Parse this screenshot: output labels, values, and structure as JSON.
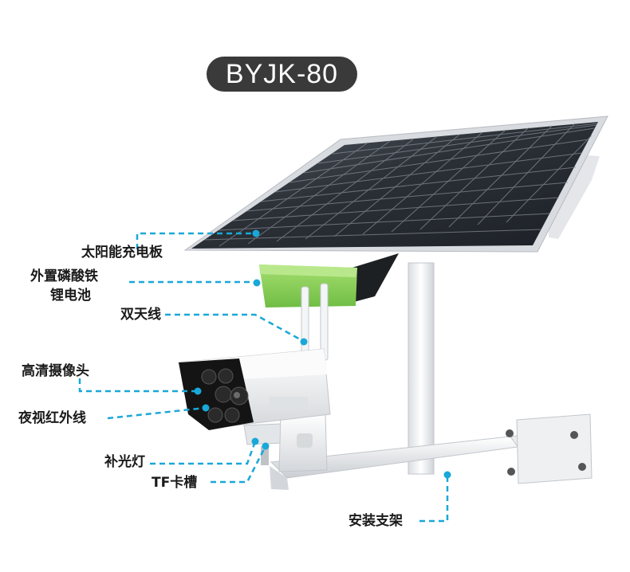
{
  "product": {
    "model": "BYJK-80"
  },
  "colors": {
    "leader_line": "#19a8d8",
    "battery_box": "#8ed05c",
    "bracket": "#eef0f2",
    "panel_frame": "#d6d9dd",
    "panel_cells": "#2c3138",
    "camera_body": "#f2f3f5",
    "camera_face": "#151515"
  },
  "callouts": [
    {
      "id": "solar-panel",
      "text": "太阳能充电板"
    },
    {
      "id": "battery-line1",
      "text": "外置磷酸铁"
    },
    {
      "id": "battery-line2",
      "text": "锂电池"
    },
    {
      "id": "antenna",
      "text": "双天线"
    },
    {
      "id": "hd-camera",
      "text": "高清摄像头"
    },
    {
      "id": "night-ir",
      "text": "夜视红外线"
    },
    {
      "id": "fill-light",
      "text": "补光灯"
    },
    {
      "id": "tf-slot",
      "text": "TF卡槽"
    },
    {
      "id": "mount-bracket",
      "text": "安装支架"
    }
  ]
}
